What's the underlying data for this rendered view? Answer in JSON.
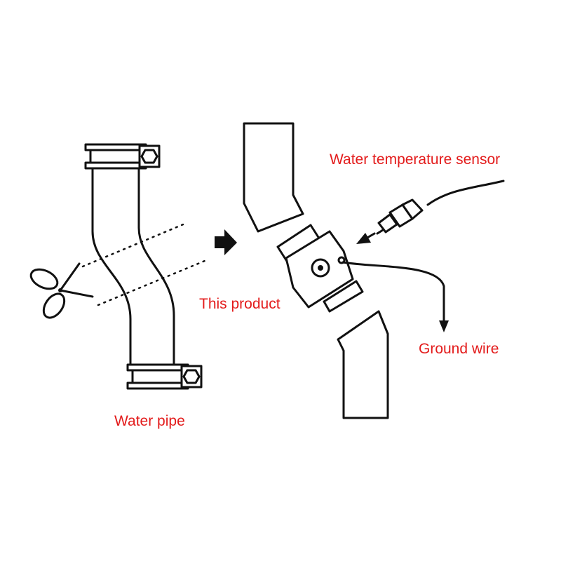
{
  "labels": {
    "sensor": "Water temperature sensor",
    "product": "This product",
    "ground": "Ground wire",
    "pipe": "Water pipe"
  },
  "colors": {
    "label": "#e31b1b",
    "line": "#111111",
    "background": "#ffffff"
  },
  "icons": {
    "cut": "scissors-icon",
    "direction": "right-arrow-icon"
  }
}
